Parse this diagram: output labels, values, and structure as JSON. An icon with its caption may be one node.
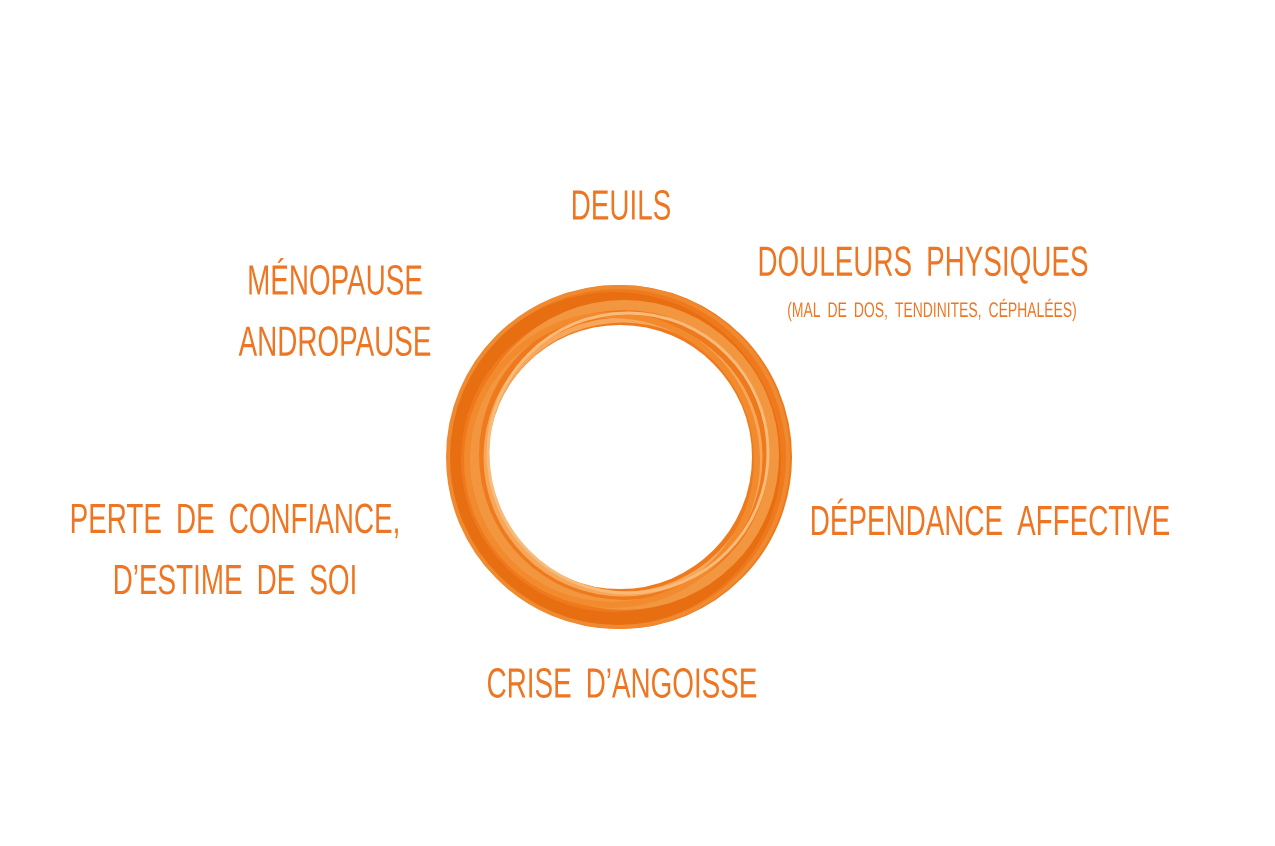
{
  "diagram": {
    "labels": [
      "DEUILS",
      "MÉNOPAUSE ANDROPAUSE",
      "DOULEURS PHYSIQUES",
      "(MAL DE DOS, TENDINITES, CÉPHALÉES)",
      "PERTE DE CONFIANCE, D’ESTIME DE SOI",
      "DÉPENDANCE AFFECTIVE",
      "CRISE D’ANGOISSE"
    ]
  }
}
